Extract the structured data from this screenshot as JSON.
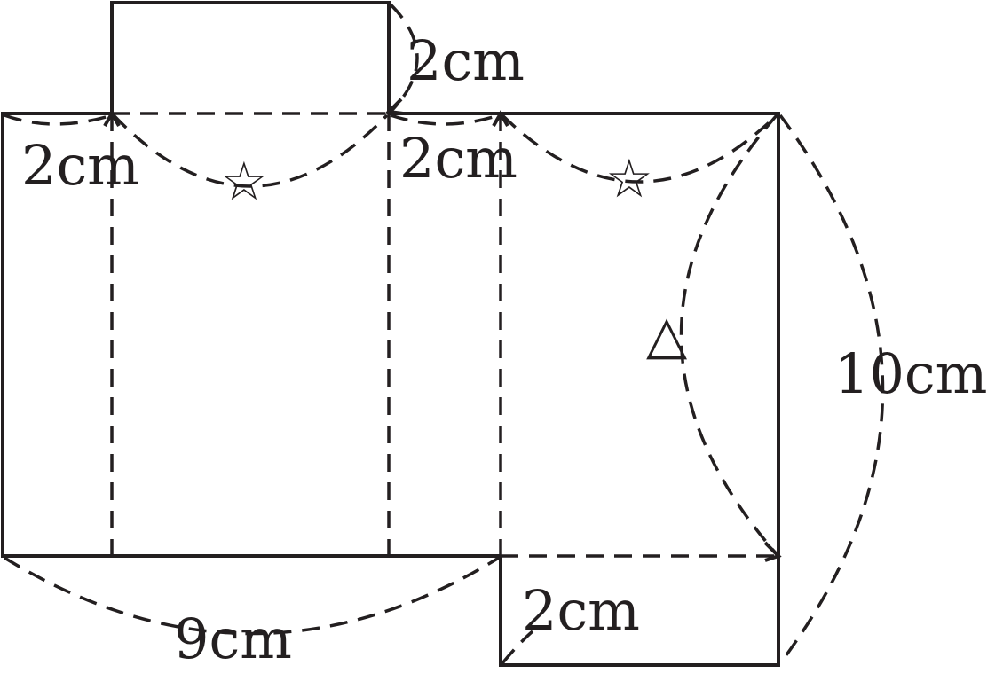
{
  "labels": {
    "top_flap_height": "2cm",
    "left_strip_width": "2cm",
    "middle_strip_width": "2cm",
    "bottom_flap_height": "2cm",
    "total_width": "9cm",
    "total_height": "10cm"
  },
  "symbols": {
    "star_left": "☆",
    "star_right": "☆",
    "triangle": "△"
  },
  "colors": {
    "line": "#231f20"
  }
}
